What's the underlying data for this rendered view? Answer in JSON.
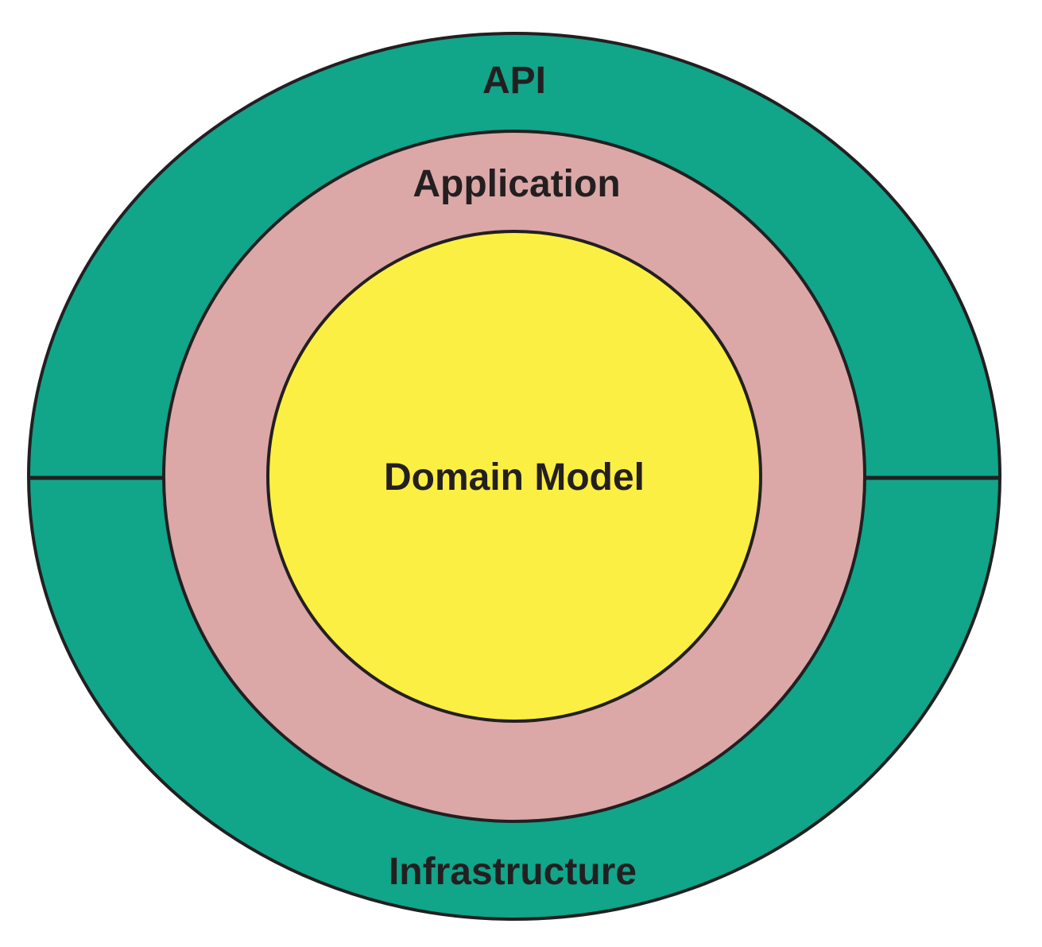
{
  "diagram": {
    "kind": "onion-architecture",
    "layers": [
      {
        "label": "API",
        "ring": "outer",
        "position": "top",
        "color": "#11A58A"
      },
      {
        "label": "Application",
        "ring": "middle",
        "position": "ring",
        "color": "#DBA8A7"
      },
      {
        "label": "Domain Model",
        "ring": "inner",
        "position": "center",
        "color": "#FCEF43"
      },
      {
        "label": "Infrastructure",
        "ring": "outer",
        "position": "bottom",
        "color": "#11A58A"
      }
    ],
    "colors": {
      "outer_ring": "#11A58A",
      "middle_ring": "#DBA8A7",
      "center_circle": "#FCEF43",
      "outline": "#231F20",
      "label_text": "#231F20",
      "background": "#FFFFFF"
    }
  }
}
